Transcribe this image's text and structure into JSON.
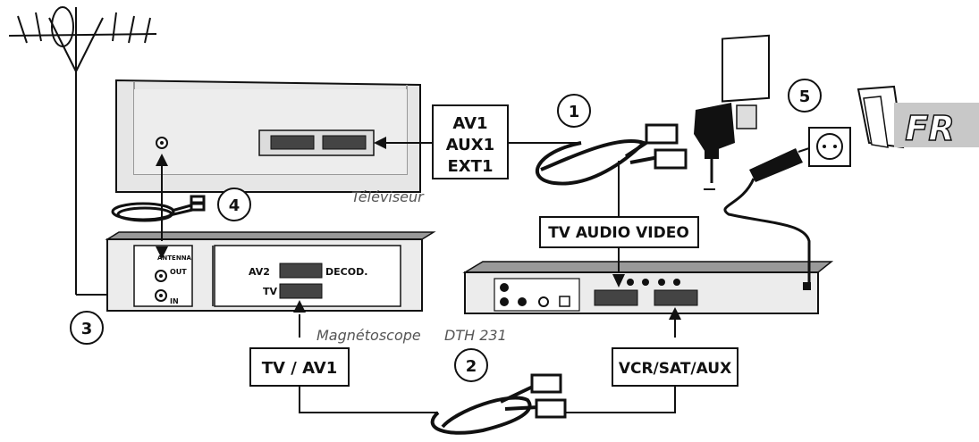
{
  "labels": {
    "tv_inputs": [
      "AV1",
      "AUX1",
      "EXT1"
    ],
    "tv_audio_video": "TV AUDIO VIDEO",
    "tv_av1": "TV / AV1",
    "vcr_sat_aux": "VCR/SAT/AUX",
    "vcr_av2": "AV2",
    "vcr_decod": "DECOD.",
    "vcr_tv": "TV",
    "vcr_out": "OUT",
    "vcr_in": "IN",
    "vcr_antenna": "ANTENNA",
    "country": "FR"
  },
  "captions": {
    "tv": "Téléviseur",
    "vcr": "Magnétoscope",
    "receiver": "DTH 231"
  },
  "steps": [
    "1",
    "2",
    "3",
    "4",
    "5"
  ]
}
